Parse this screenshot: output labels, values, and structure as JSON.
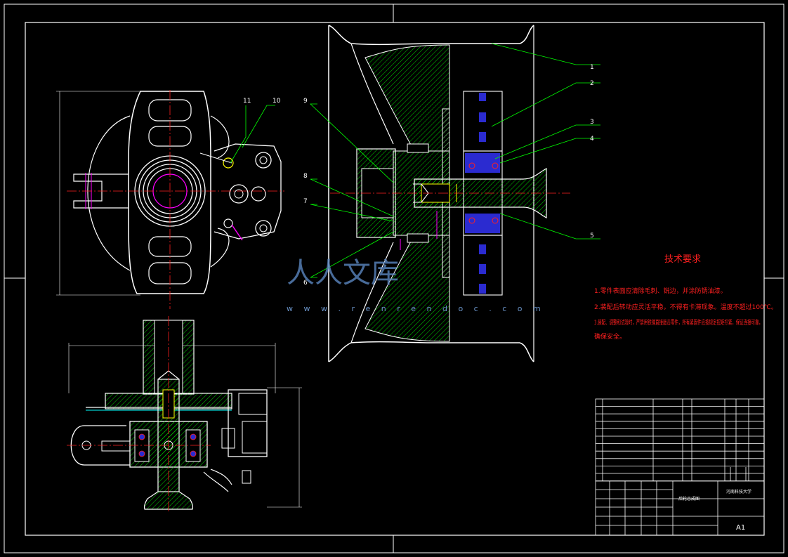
{
  "callouts": [
    "1",
    "2",
    "3",
    "4",
    "5",
    "6",
    "7",
    "8",
    "9",
    "10",
    "11"
  ],
  "tech_requirements": {
    "title": "技术要求",
    "notes": [
      "1.零件表面应清除毛刺、锐边，并涂防锈油漆。",
      "2.装配后转动应灵活平稳，不得有卡滞现象。温度不超过100℃。",
      "3.装配、调整和试验时，严禁用铁锤直接敲击零件，所有紧固件应按规定扭矩拧紧，保证连接可靠，",
      "确保安全。"
    ]
  },
  "title_block": {
    "drawing_name": "后轮总成图",
    "school": "河南科技大学",
    "sheet_size": "A1"
  },
  "watermark": {
    "logo_text": "人人文库",
    "url": "w w w . r e n r e n d o c . c o m"
  },
  "colors": {
    "outline": "#ffffff",
    "section": "#00ff00",
    "center": "#ff2020",
    "part": "#ff00ff",
    "shaft": "#ffff00",
    "bearing": "#2b2bd0",
    "accent": "#00ffff"
  }
}
